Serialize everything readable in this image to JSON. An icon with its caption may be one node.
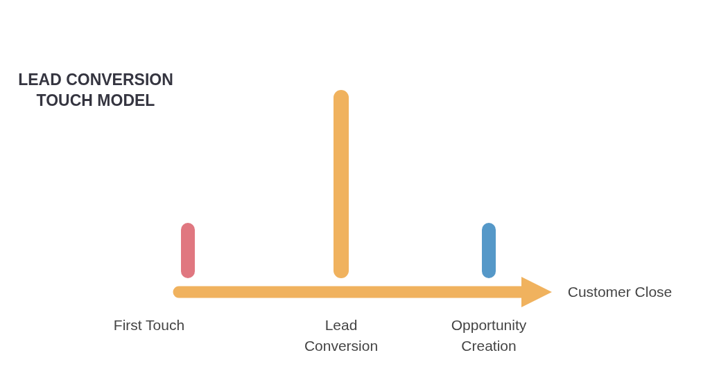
{
  "diagram": {
    "title": "LEAD CONVERSION TOUCH MODEL",
    "nodes": [
      {
        "text": [],
        "shape": "bar",
        "beside": [
          "First Touch"
        ]
      },
      {
        "text": [],
        "shape": "bar",
        "beside": [
          "Lead Conversion"
        ]
      },
      {
        "text": [],
        "shape": "bar",
        "beside": [
          "Opportunity Creation"
        ]
      },
      {
        "text": [
          "Customer Close"
        ]
      }
    ],
    "edges": [
      {
        "from": null,
        "to": 3,
        "arrow": "to"
      }
    ]
  }
}
